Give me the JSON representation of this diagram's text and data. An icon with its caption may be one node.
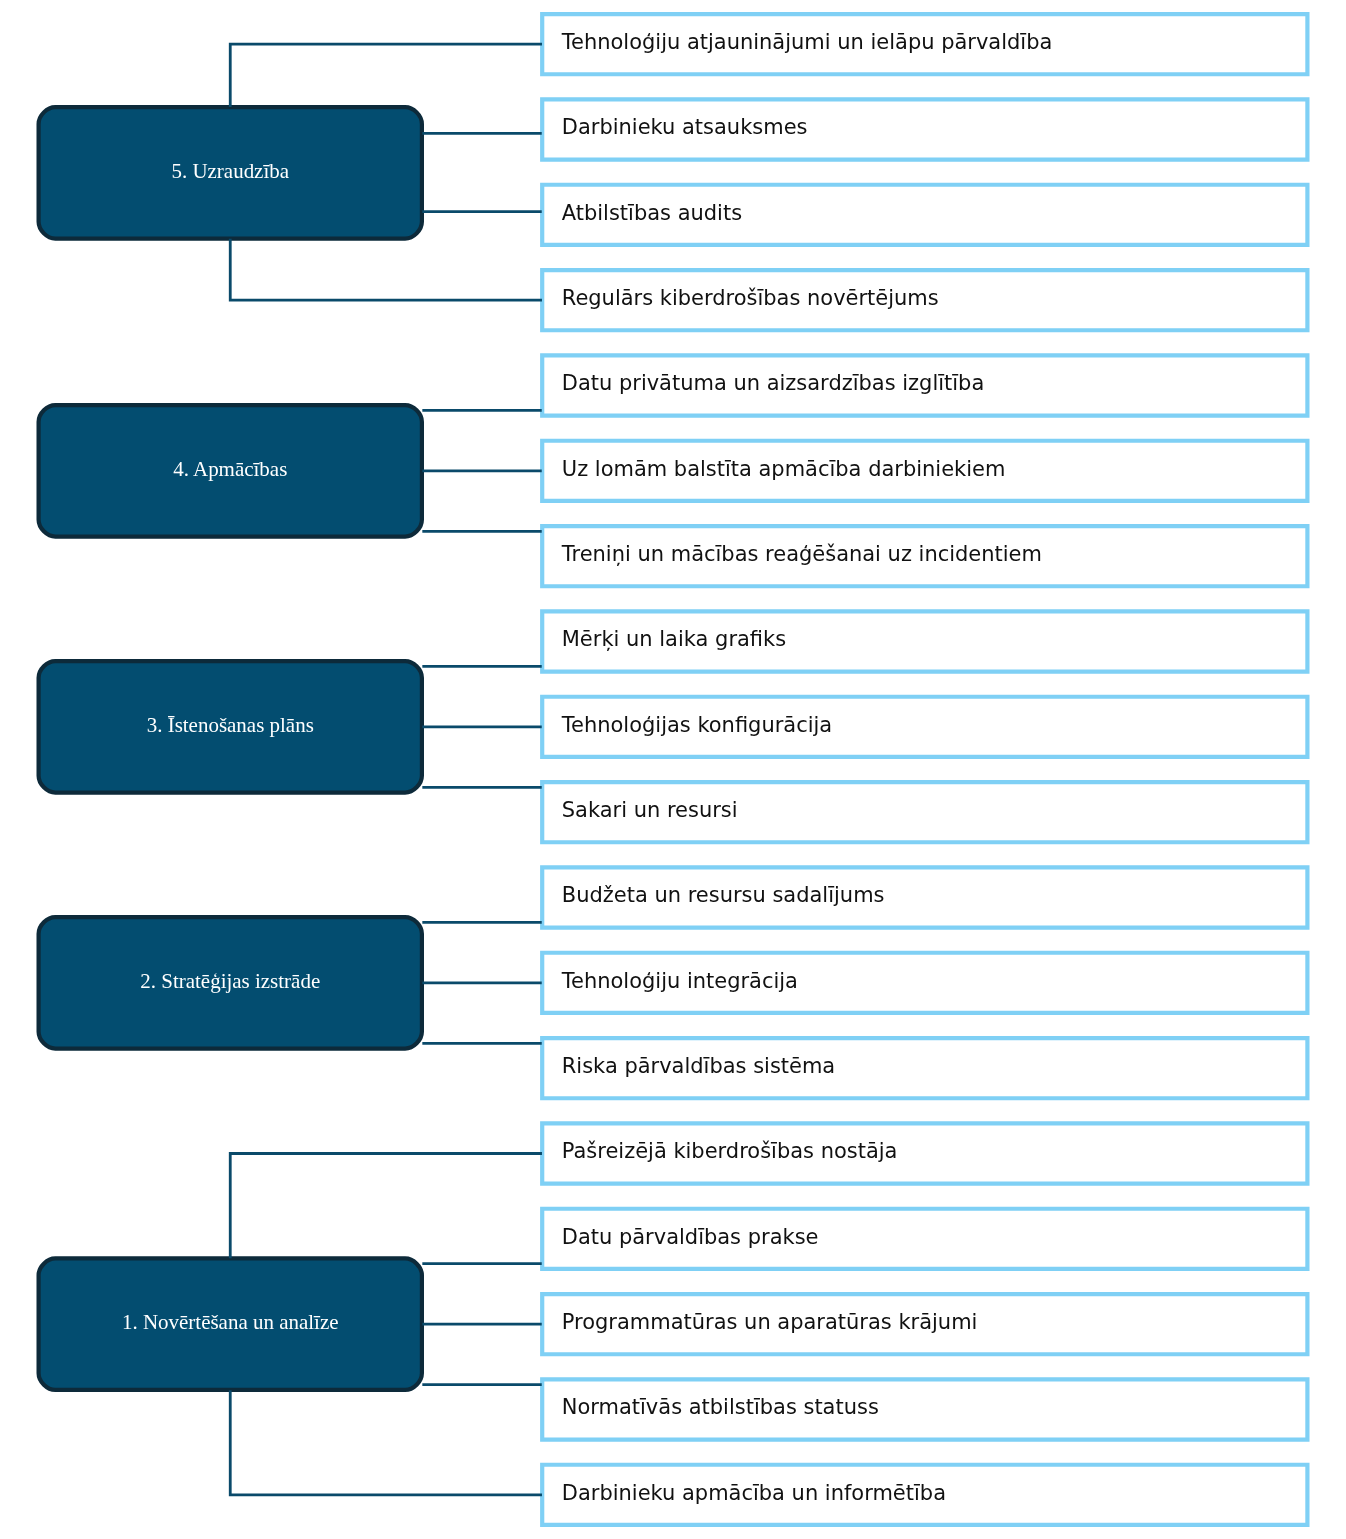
{
  "diagram": {
    "nodes": [
      {
        "text": [
          "1. Novērtēšana un analīze"
        ]
      },
      {
        "text": [
          "Pašreizējā kiberdrošības nostāja"
        ]
      },
      {
        "text": [
          "Datu pārvaldības prakse"
        ]
      },
      {
        "text": [
          "Programmatūras un aparatūras krājumi"
        ]
      },
      {
        "text": [
          "Normatīvās atbilstības statuss"
        ]
      },
      {
        "text": [
          "Darbinieku apmācība un informētība"
        ]
      },
      {
        "text": [
          "2. Stratēģijas izstrāde"
        ]
      },
      {
        "text": [
          "Budžeta un resursu sadalījums"
        ]
      },
      {
        "text": [
          "Tehnoloģiju integrācija"
        ]
      },
      {
        "text": [
          "Riska pārvaldības sistēma"
        ]
      },
      {
        "text": [
          "3. Īstenošanas plāns"
        ]
      },
      {
        "text": [
          "Mērķi un laika grafiks"
        ]
      },
      {
        "text": [
          "Tehnoloģijas konfigurācija"
        ]
      },
      {
        "text": [
          "Sakari un resursi"
        ]
      },
      {
        "text": [
          "4. Apmācības"
        ]
      },
      {
        "text": [
          "Datu privātuma un aizsardzības izglītība"
        ]
      },
      {
        "text": [
          "Uz lomām balstīta apmācība darbiniekiem"
        ]
      },
      {
        "text": [
          "Treniņi un mācības reaģēšanai uz incidentiem"
        ]
      },
      {
        "text": [
          "5. Uzraudzība"
        ]
      },
      {
        "text": [
          "Tehnoloģiju atjauninājumi un ielāpu pārvaldība"
        ]
      },
      {
        "text": [
          "Darbinieku atsauksmes"
        ]
      },
      {
        "text": [
          "Atbilstības audits"
        ]
      },
      {
        "text": [
          "Regulārs kiberdrošības novērtējums"
        ]
      }
    ],
    "edges": [
      {
        "from": 0,
        "to": 1,
        "arrow": "none"
      },
      {
        "from": 0,
        "to": 2,
        "arrow": "none"
      },
      {
        "from": 0,
        "to": 3,
        "arrow": "none"
      },
      {
        "from": 0,
        "to": 4,
        "arrow": "none"
      },
      {
        "from": 0,
        "to": 5,
        "arrow": "none"
      },
      {
        "from": 6,
        "to": 7,
        "arrow": "none"
      },
      {
        "from": 6,
        "to": 8,
        "arrow": "none"
      },
      {
        "from": 6,
        "to": 9,
        "arrow": "none"
      },
      {
        "from": 10,
        "to": 11,
        "arrow": "none"
      },
      {
        "from": 10,
        "to": 12,
        "arrow": "none"
      },
      {
        "from": 10,
        "to": 13,
        "arrow": "none"
      },
      {
        "from": 14,
        "to": 15,
        "arrow": "none"
      },
      {
        "from": 14,
        "to": 16,
        "arrow": "none"
      },
      {
        "from": 14,
        "to": 17,
        "arrow": "none"
      },
      {
        "from": 18,
        "to": 19,
        "arrow": "none"
      },
      {
        "from": 18,
        "to": 20,
        "arrow": "none"
      },
      {
        "from": 18,
        "to": 21,
        "arrow": "none"
      },
      {
        "from": 18,
        "to": 22,
        "arrow": "none"
      }
    ]
  }
}
